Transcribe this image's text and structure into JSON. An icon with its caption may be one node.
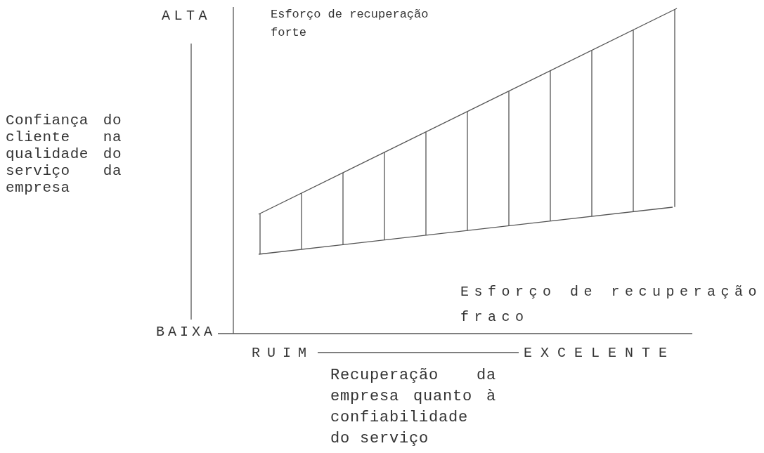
{
  "diagram": {
    "labels": [
      "ALTA",
      "Esforço de recuperação forte",
      "Confiança do cliente na qualidade do serviço da empresa",
      "Esforço de recuperação fraco",
      "BAIXA",
      "RUIM",
      "EXCELENTE",
      "Recuperação da empresa quanto à confiabilidade do serviço"
    ]
  }
}
